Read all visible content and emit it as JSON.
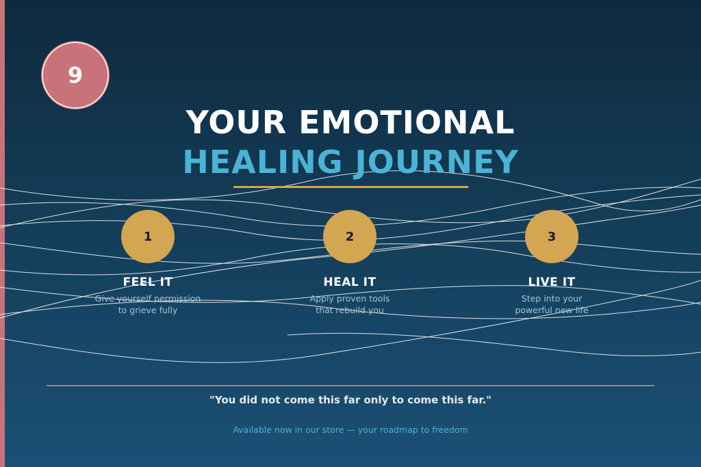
{
  "badge": {
    "number": "9"
  },
  "title": {
    "line1": "YOUR EMOTIONAL",
    "line2": "HEALING JOURNEY"
  },
  "steps": [
    {
      "number": "1",
      "title": "FEEL IT",
      "desc_line1": "Give yourself permission",
      "desc_line2": "to grieve fully"
    },
    {
      "number": "2",
      "title": "HEAL IT",
      "desc_line1": "Apply proven tools",
      "desc_line2": "that rebuild you"
    },
    {
      "number": "3",
      "title": "LIVE IT",
      "desc_line1": "Step into your",
      "desc_line2": "powerful new life"
    }
  ],
  "quote": "\"You did not come this far only to come this far.\"",
  "store_line": "Available now in our store — your roadmap to freedom",
  "colors": {
    "background_top": "#0e2a3e",
    "background_bottom": "#1b5076",
    "accent_pink": "#c8727a",
    "accent_gold": "#d3a651",
    "accent_blue": "#4bb3d6"
  }
}
